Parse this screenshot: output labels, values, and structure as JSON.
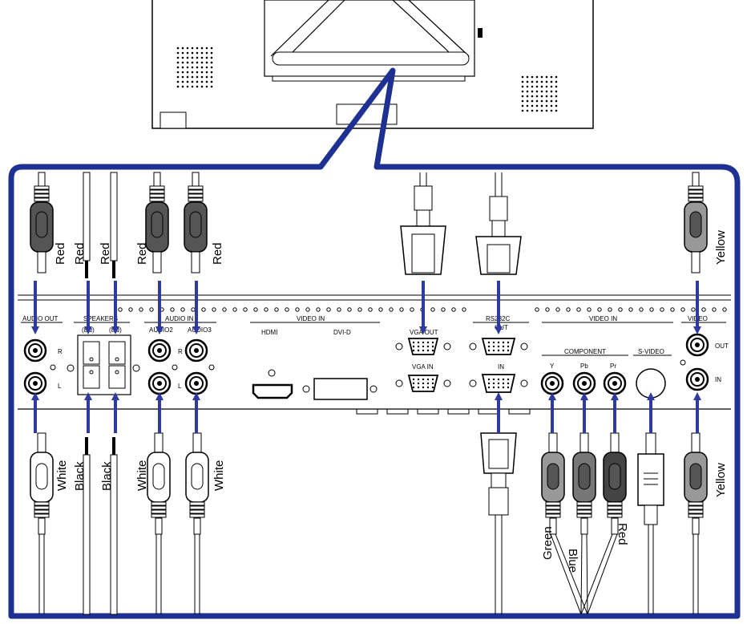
{
  "panel": {
    "audio_out": "AUDIO OUT",
    "speakers": "SPEAKERS",
    "ohm_left": "(8Ω)",
    "ohm_right": "(8Ω)",
    "audio_in": "AUDIO IN",
    "audio2": "AUDIO2",
    "audio3": "AUDIO3",
    "video_in_left": "VIDEO IN",
    "hdmi": "HDMI",
    "dvi_d": "DVI-D",
    "vga_out": "VGA OUT",
    "vga_in": "VGA IN",
    "rs232c": "RS232C",
    "rs_out": "OUT",
    "rs_in": "IN",
    "video_in_right": "VIDEO IN",
    "component": "COMPONENT",
    "y": "Y",
    "pb": "Pb",
    "pr": "Pr",
    "s_video": "S-VIDEO",
    "video": "VIDEO",
    "video_out": "OUT",
    "video_in": "IN",
    "r": "R",
    "l": "L"
  },
  "cables": {
    "top_red_1": "Red",
    "top_red_2": "Red",
    "top_red_3": "Red",
    "top_red_4": "Red",
    "top_red_5": "Red",
    "top_yellow": "Yellow",
    "bottom_white_1": "White",
    "bottom_black_1": "Black",
    "bottom_black_2": "Black",
    "bottom_white_2": "White",
    "bottom_white_3": "White",
    "bottom_green": "Green",
    "bottom_blue": "Blue",
    "bottom_red": "Red",
    "bottom_yellow": "Yellow"
  },
  "colors": {
    "frame": "#1e3192",
    "arrow": "#2e3a9f",
    "outline": "#000000"
  }
}
